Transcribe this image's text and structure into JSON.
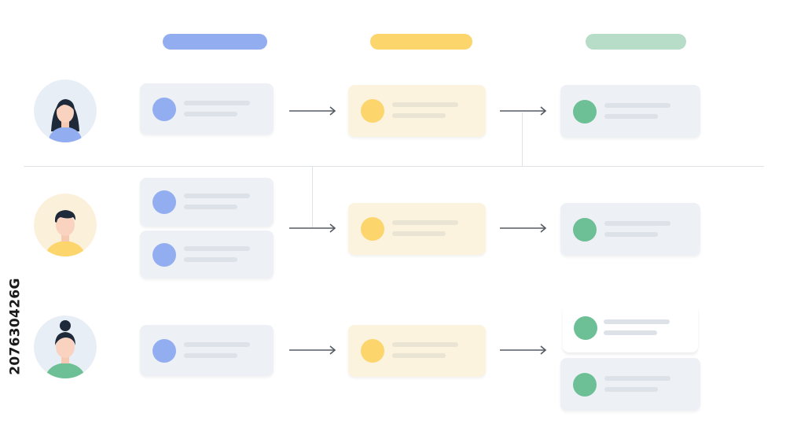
{
  "colors": {
    "blue": "#93aef0",
    "yellow": "#fcd56d",
    "green": "#6dbf96",
    "column_green_pill": "#b7dcc8",
    "card_gray": "#edf1f6",
    "card_yellow": "#fbf3dd",
    "skeleton_gray": "#dde2e9",
    "skeleton_yellow": "#e9e4d3",
    "divider": "#dfe2e6",
    "arrow": "#555a63"
  },
  "column_headers": [
    {
      "color": "blue"
    },
    {
      "color": "yellow"
    },
    {
      "color": "green"
    }
  ],
  "rows": [
    {
      "avatar": "woman-long-hair-avatar-icon",
      "stage1_cards": 1,
      "stage2_cards": 1,
      "stage3_cards": 1
    },
    {
      "avatar": "man-short-hair-avatar-icon",
      "stage1_cards": 2,
      "stage2_cards": 1,
      "stage3_cards": 1
    },
    {
      "avatar": "woman-bun-hair-avatar-icon",
      "stage1_cards": 1,
      "stage2_cards": 1,
      "stage3_cards": 2
    }
  ],
  "watermark": {
    "id_text": "207630426G"
  }
}
